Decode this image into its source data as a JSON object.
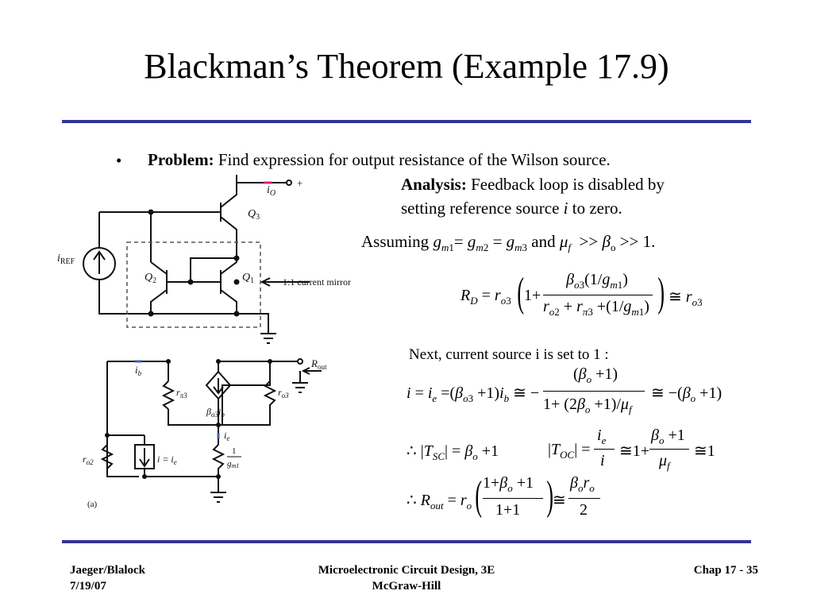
{
  "slide": {
    "title": "Blackman’s Theorem (Example 17.9)",
    "bullet": "•",
    "problem_label": "Problem:",
    "problem_text": "Find expression for output resistance of the Wilson source.",
    "analysis_label": "Analysis:",
    "analysis_text_1": "Feedback loop is disabled by",
    "analysis_text_2a": "setting reference source ",
    "analysis_text_2b": "i",
    "analysis_text_2c": " to zero.",
    "next_line": "Next, current source i is set to 1 :"
  },
  "circuit_top": {
    "labels": {
      "io": "i",
      "io_sub": "O",
      "plus": "+",
      "iref": "i",
      "iref_sub": "REF",
      "q1": "Q",
      "q1_sub": "1",
      "q2": "Q",
      "q2_sub": "2",
      "q3": "Q",
      "q3_sub": "3",
      "mirror": "1:1 current mirror"
    }
  },
  "circuit_bottom": {
    "labels": {
      "ib": "i",
      "ib_sub": "b",
      "rpi3": "r",
      "rpi3_sub": "π3",
      "beta_ib": "β",
      "beta_ib_sub": "o3",
      "beta_ib_tail": "i",
      "beta_ib_tail_sub": "b",
      "ro3": "r",
      "ro3_sub": "o3",
      "rout": "R",
      "rout_sub": "out",
      "ie": "i",
      "ie_sub": "e",
      "gm1_num": "1",
      "gm1_den": "g",
      "gm1_den_sub": "m1",
      "ro2": "r",
      "ro2_sub": "o2",
      "i_eq": "i = i",
      "i_eq_sub": "e",
      "fig": "(a)"
    }
  },
  "footer": {
    "left_1": "Jaeger/Blalock",
    "left_2": "7/19/07",
    "center_1": "Microelectronic Circuit Design, 3E",
    "center_2": "McGraw-Hill",
    "right": "Chap 17 - 35"
  },
  "colors": {
    "rule": "#33339a",
    "pink_node": "#e0207a",
    "arrow_blue": "#3a5fbf"
  }
}
